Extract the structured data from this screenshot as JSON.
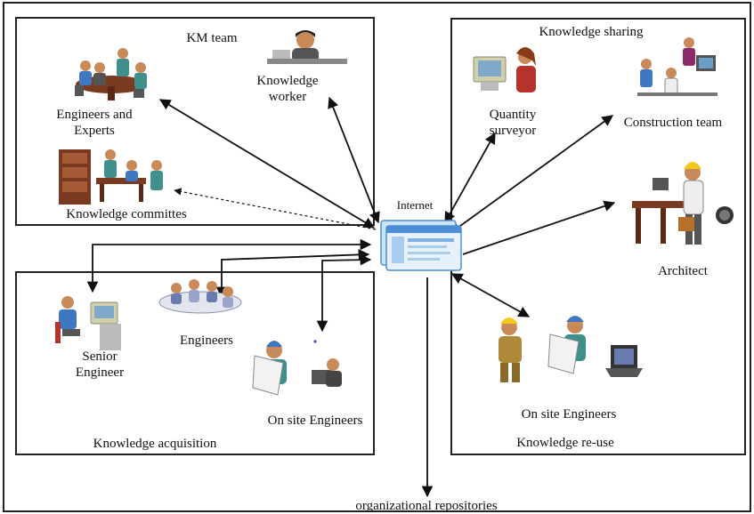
{
  "colors": {
    "frame": "#222222",
    "arrow": "#111111",
    "skin": "#c98a5a",
    "shirt_blue": "#3f78c0",
    "shirt_teal": "#3f8f8a",
    "furniture": "#7a3b22",
    "monitor": "#cfcfa8",
    "hardhat": "#f2c81a",
    "window_blue": "#4c8fd6"
  },
  "labels": {
    "km_team": "KM team",
    "knowledge_worker": "Knowledge\nworker",
    "engineers_experts": "Engineers and\nExperts",
    "knowledge_committes": "Knowledge committes",
    "internet": "Internet",
    "knowledge_sharing": "Knowledge sharing",
    "quantity_surveyor": "Quantity\nsurveyor",
    "construction_team": "Construction team",
    "architect": "Architect",
    "senior_engineer": "Senior\nEngineer",
    "engineers": "Engineers",
    "on_site_engineers_left": "On site Engineers",
    "knowledge_acquisition": "Knowledge acquisition",
    "on_site_engineers_right": "On site Engineers",
    "knowledge_reuse": "Knowledge re-use",
    "organizational_repositories": "organizational repositories"
  },
  "icons": {
    "meeting": "meeting-table-icon",
    "worker": "knowledge-worker-icon",
    "committee": "committee-icon",
    "internet": "browser-window-icon",
    "surveyor": "computer-user-icon",
    "construction": "construction-team-icon",
    "architect": "architect-icon",
    "senior": "senior-engineer-icon",
    "engineers_group": "engineers-group-icon",
    "onsite_left": "onsite-engineers-icon",
    "onsite_right": "onsite-engineers-icon",
    "laptop": "laptop-icon"
  }
}
